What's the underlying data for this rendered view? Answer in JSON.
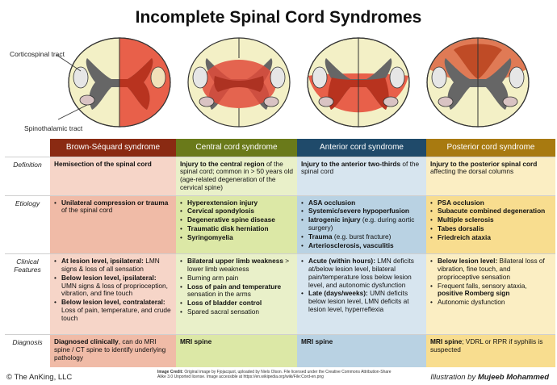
{
  "title": "Incomplete Spinal Cord Syndromes",
  "labels": {
    "corticospinal": "Corticospinal tract",
    "spinothalamic": "Spinothalamic tract"
  },
  "row_labels": {
    "definition": "Definition",
    "etiology": "Etiology",
    "clinical": "Clinical Features",
    "diagnosis": "Diagnosis"
  },
  "syndromes": [
    {
      "name": "Brown-Séquard syndrome",
      "definition_bold": "Hemisection of the spinal cord",
      "definition_rest": "",
      "etiology": [
        {
          "b": "Unilateral compression or trauma",
          "t": " of the spinal cord"
        }
      ],
      "clinical": [
        {
          "b": "At lesion level, ipsilateral:",
          "t": " LMN signs & loss of all sensation"
        },
        {
          "b": "Below lesion level, ipsilateral:",
          "t": " UMN signs & loss of proprioception, vibration, and fine touch"
        },
        {
          "b": "Below lesion level, contralateral:",
          "t": " Loss of pain, temperature, and crude touch"
        }
      ],
      "diagnosis_bold": "Diagnosed clinically",
      "diagnosis_rest": ", can do MRI spine / CT spine to identify underlying pathology"
    },
    {
      "name": "Central cord syndrome",
      "definition_bold": "Injury to the central region",
      "definition_rest": " of the spinal cord; common in > 50 years old (age-related degeneration of the cervical spine)",
      "etiology": [
        {
          "b": "Hyperextension injury",
          "t": ""
        },
        {
          "b": "Cervical spondylosis",
          "t": ""
        },
        {
          "b": "Degenerative spine disease",
          "t": ""
        },
        {
          "b": "Traumatic disk herniation",
          "t": ""
        },
        {
          "b": "Syringomyelia",
          "t": ""
        }
      ],
      "clinical": [
        {
          "b": "Bilateral upper limb weakness",
          "t": " > lower limb weakness"
        },
        {
          "b": "",
          "t": "Burning arm pain"
        },
        {
          "b": "Loss of pain and temperature",
          "t": " sensation in the arms"
        },
        {
          "b": "Loss of bladder control",
          "t": ""
        },
        {
          "b": "",
          "t": "Spared sacral sensation"
        }
      ],
      "diagnosis_bold": "MRI spine",
      "diagnosis_rest": ""
    },
    {
      "name": "Anterior cord syndrome",
      "definition_bold": "Injury to the anterior two-thirds",
      "definition_rest": " of the spinal cord",
      "etiology": [
        {
          "b": "ASA occlusion",
          "t": ""
        },
        {
          "b": "Systemic/severe hypoperfusion",
          "t": ""
        },
        {
          "b": "Iatrogenic injury",
          "t": " (e.g. during aortic surgery)"
        },
        {
          "b": "Trauma",
          "t": " (e.g. burst fracture)"
        },
        {
          "b": "Arteriosclerosis, vasculitis",
          "t": ""
        }
      ],
      "clinical": [
        {
          "b": "Acute (within hours):",
          "t": " LMN deficits at/below lesion level, bilateral pain/temperature loss below lesion level, and autonomic dysfunction"
        },
        {
          "b": "Late (days/weeks):",
          "t": " UMN deficits below lesion level, LMN deficits at lesion level, hyperreflexia"
        }
      ],
      "diagnosis_bold": "MRI spine",
      "diagnosis_rest": ""
    },
    {
      "name": "Posterior cord syndrome",
      "definition_bold": "Injury to the posterior spinal cord",
      "definition_rest": " affecting the dorsal columns",
      "etiology": [
        {
          "b": "PSA occlusion",
          "t": ""
        },
        {
          "b": "Subacute combined degeneration",
          "t": ""
        },
        {
          "b": "Multiple sclerosis",
          "t": ""
        },
        {
          "b": "Tabes dorsalis",
          "t": ""
        },
        {
          "b": "Friedreich ataxia",
          "t": ""
        }
      ],
      "clinical": [
        {
          "b": "Below lesion level:",
          "t": " Bilateral loss of vibration, fine touch, and proprioceptive sensation"
        },
        {
          "b": "",
          "t": "Frequent falls, sensory ataxia, ",
          "b2": "positive Romberg sign"
        },
        {
          "b": "",
          "t": "Autonomic dysfunction"
        }
      ],
      "diagnosis_bold": "MRI spine",
      "diagnosis_rest": "; VDRL or RPR if syphilis is suspected"
    }
  ],
  "footer": {
    "left": "© The AnKing, LLC",
    "credit_bold": "Image Credit:",
    "credit_text": " Original image by Fjojacquot, uploaded by Niels Olson. File licensed under the Creative Commons Attribution-Share Alike 3.0 Unported license. Image accessible at https://en.wikipedia.org/wiki/File:Cord-en.png",
    "right_prefix": "Illustration by ",
    "right_name": "Mujeeb Mohammed"
  }
}
